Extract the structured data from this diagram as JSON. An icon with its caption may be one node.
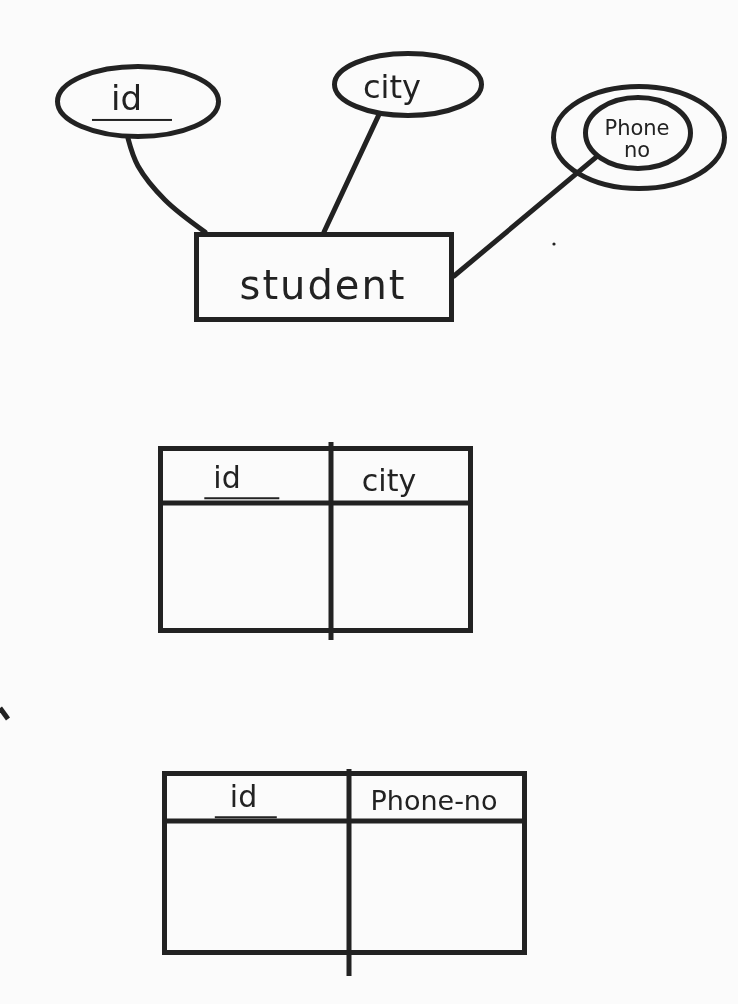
{
  "diagram": {
    "nodes": [
      {
        "text": [
          "id"
        ]
      },
      {
        "text": [
          "city"
        ]
      },
      {
        "text": [
          "Phone no"
        ]
      },
      {
        "text": [
          "student"
        ]
      }
    ],
    "edges": [
      {
        "from": 3,
        "to": 0,
        "arrow": "none"
      },
      {
        "from": 3,
        "to": 1,
        "arrow": "none"
      },
      {
        "from": 3,
        "to": 2,
        "arrow": "none"
      }
    ],
    "labels": [
      "id",
      "city",
      "id",
      "Phone-no"
    ]
  }
}
